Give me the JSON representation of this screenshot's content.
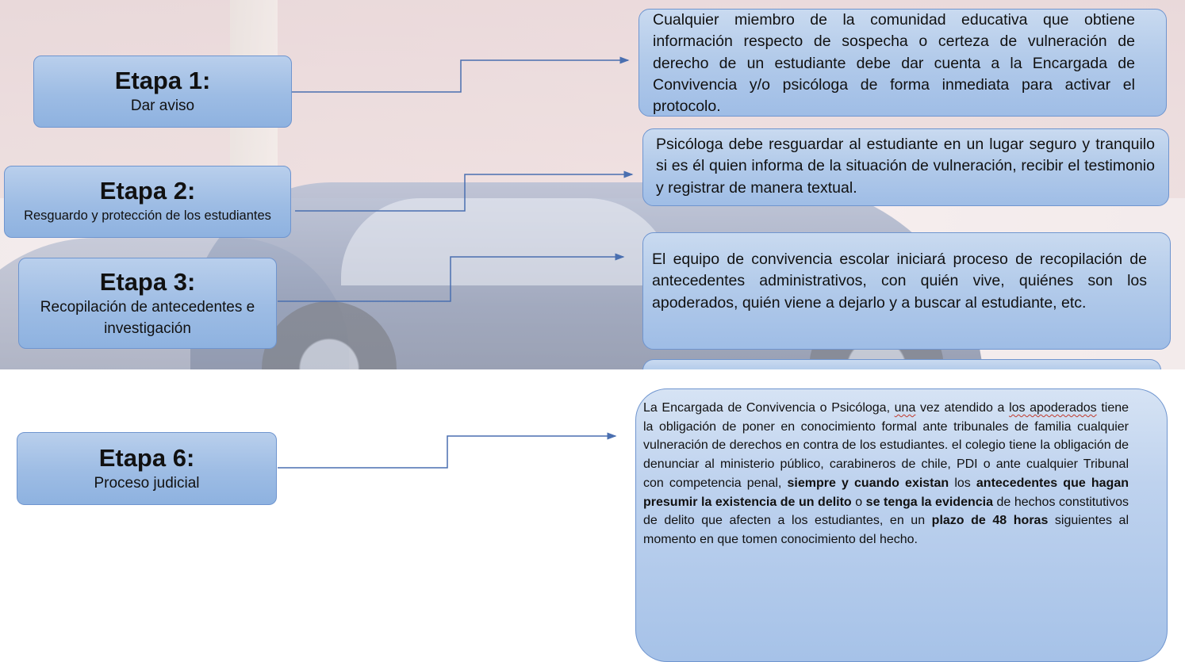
{
  "stages": [
    {
      "title": "Etapa 1:",
      "subtitle": "Dar aviso"
    },
    {
      "title": "Etapa 2:",
      "subtitle": "Resguardo y protección de los estudiantes"
    },
    {
      "title": "Etapa 3:",
      "subtitle": "Recopilación de antecedentes e investigación"
    },
    {
      "title": "Etapa 6:",
      "subtitle": "Proceso judicial"
    }
  ],
  "descriptions": {
    "d1": "Cualquier miembro de la comunidad educativa que obtiene información respecto de sospecha o certeza de vulneración de derecho de un estudiante debe dar cuenta a la Encargada de Convivencia y/o psicóloga de forma inmediata para activar el protocolo.",
    "d2": "Psicóloga debe resguardar al estudiante en un lugar seguro y tranquilo si es él quien informa de la situación de vulneración, recibir el testimonio y registrar de manera textual.",
    "d3": "El equipo de convivencia escolar iniciará proceso de recopilación de antecedentes administrativos, con quién vive, quiénes son los apoderados, quién viene a dejarlo y a buscar al estudiante, etc.",
    "d6": {
      "p1": "La Encargada de Convivencia o Psicóloga, ",
      "p2": "una",
      "p3": " vez atendido a ",
      "p4": "los apoderados",
      "p5": " tiene la obligación de  poner en conocimiento formal ante tribunales de familia cualquier  vulneración de derechos en contra de los estudiantes. el colegio tiene la  obligación de denunciar al ministerio público, carabineros de chile, PDI o ante cualquier Tribunal con competencia penal, ",
      "b1": "siempre y cuando existan",
      "p6": " los ",
      "b2": "antecedentes que hagan presumir la existencia de un delito",
      "p7": " o ",
      "b3": "se tenga la  evidencia",
      "p8": " de hechos constitutivos de delito que afecten a los estudiantes, en  un ",
      "b4": "plazo de 48 horas",
      "p9": " siguientes al momento en que tomen conocimiento del  hecho."
    }
  },
  "colors": {
    "box_border": "#6f95cf",
    "box_fill": "#9dbce4",
    "connector": "#4a6fb0"
  }
}
